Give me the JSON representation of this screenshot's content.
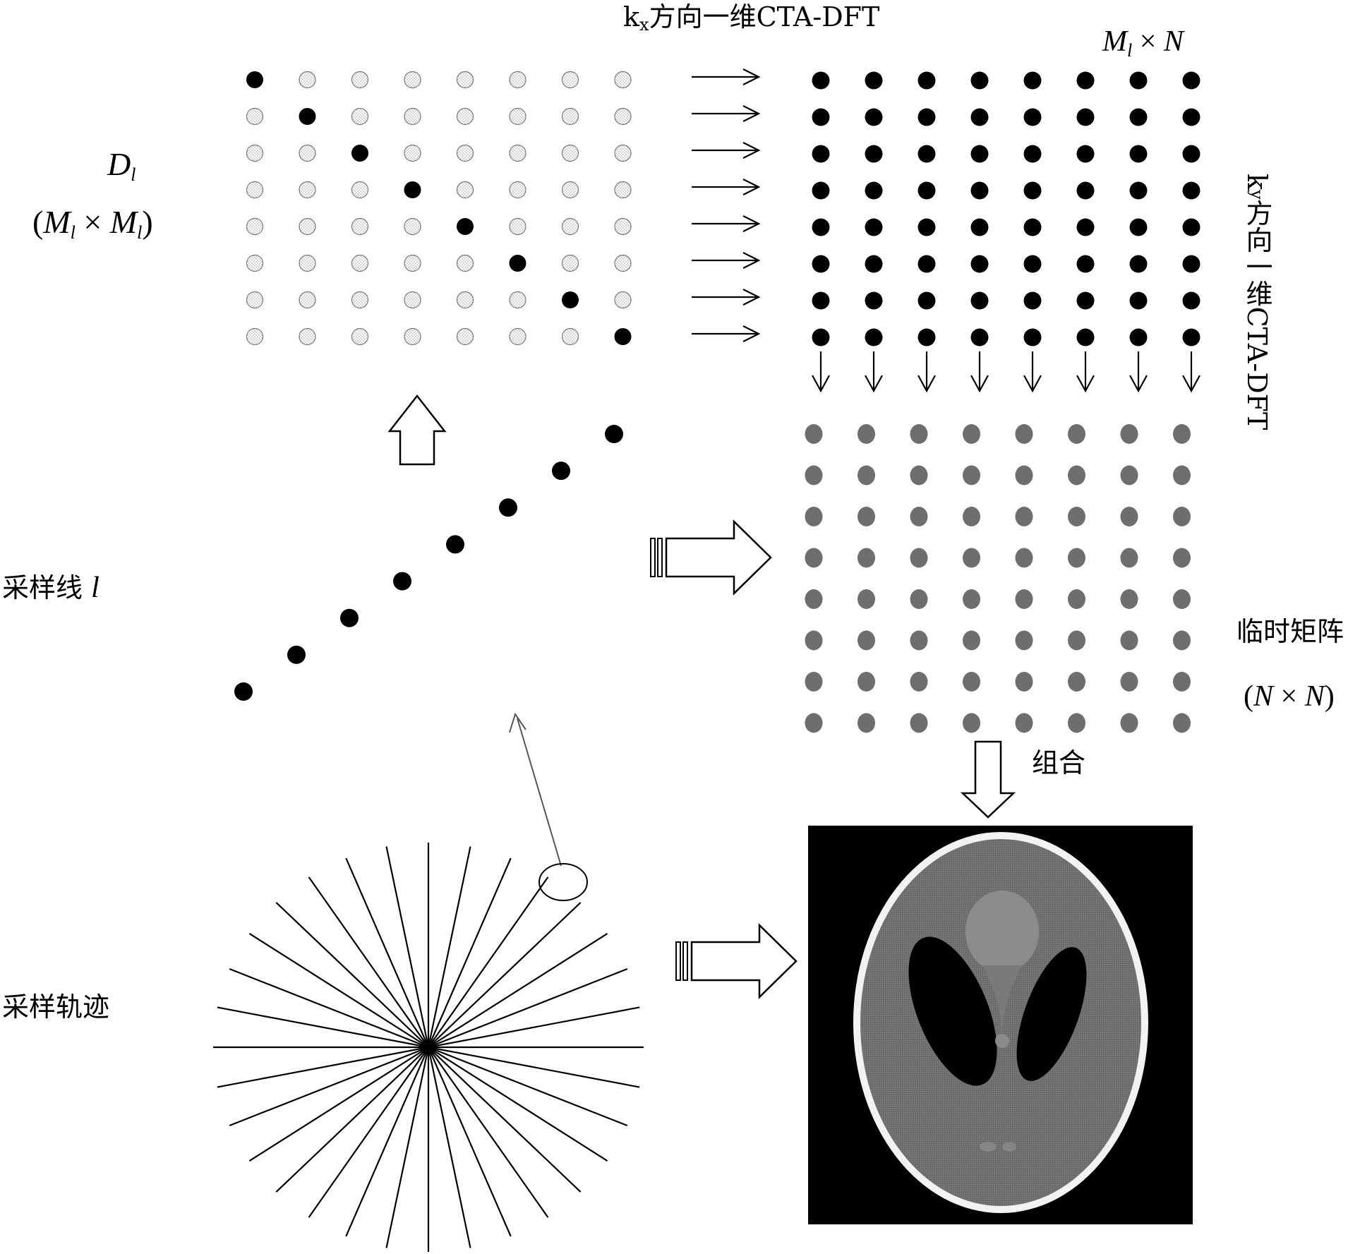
{
  "labels": {
    "kx_top": "kx方向一维CTA-DFT",
    "kx_prefix": "k",
    "kx_sub": "x",
    "kx_rest": "方向一维CTA-DFT",
    "ky_prefix": "k",
    "ky_sub": "y",
    "ky_rest": "方向一维CTA-DFT",
    "ml_n": "Ml×N",
    "dl": "Dl",
    "dl_size": "(Ml×Ml)",
    "sampling_line": "采样线 l",
    "sampling_line_text": "采样线",
    "sampling_line_var": "l",
    "temp_matrix": "临时矩阵",
    "temp_matrix_size": "(N×N)",
    "combine": "组合",
    "trajectory": "采样轨迹"
  },
  "grids": {
    "dl_grid": {
      "rows": 8,
      "cols": 8,
      "filled": "diagonal"
    },
    "ml_n_grid": {
      "rows": 8,
      "cols": 8,
      "filled": "all"
    },
    "temp_grid": {
      "rows": 8,
      "cols": 8,
      "filled": "all-gray"
    }
  },
  "sampling_line_points": 8,
  "radial_spokes": 32,
  "colors": {
    "black": "#000000",
    "gray_dot": "#6e6e6e",
    "stipple": "#9a9a9a"
  }
}
